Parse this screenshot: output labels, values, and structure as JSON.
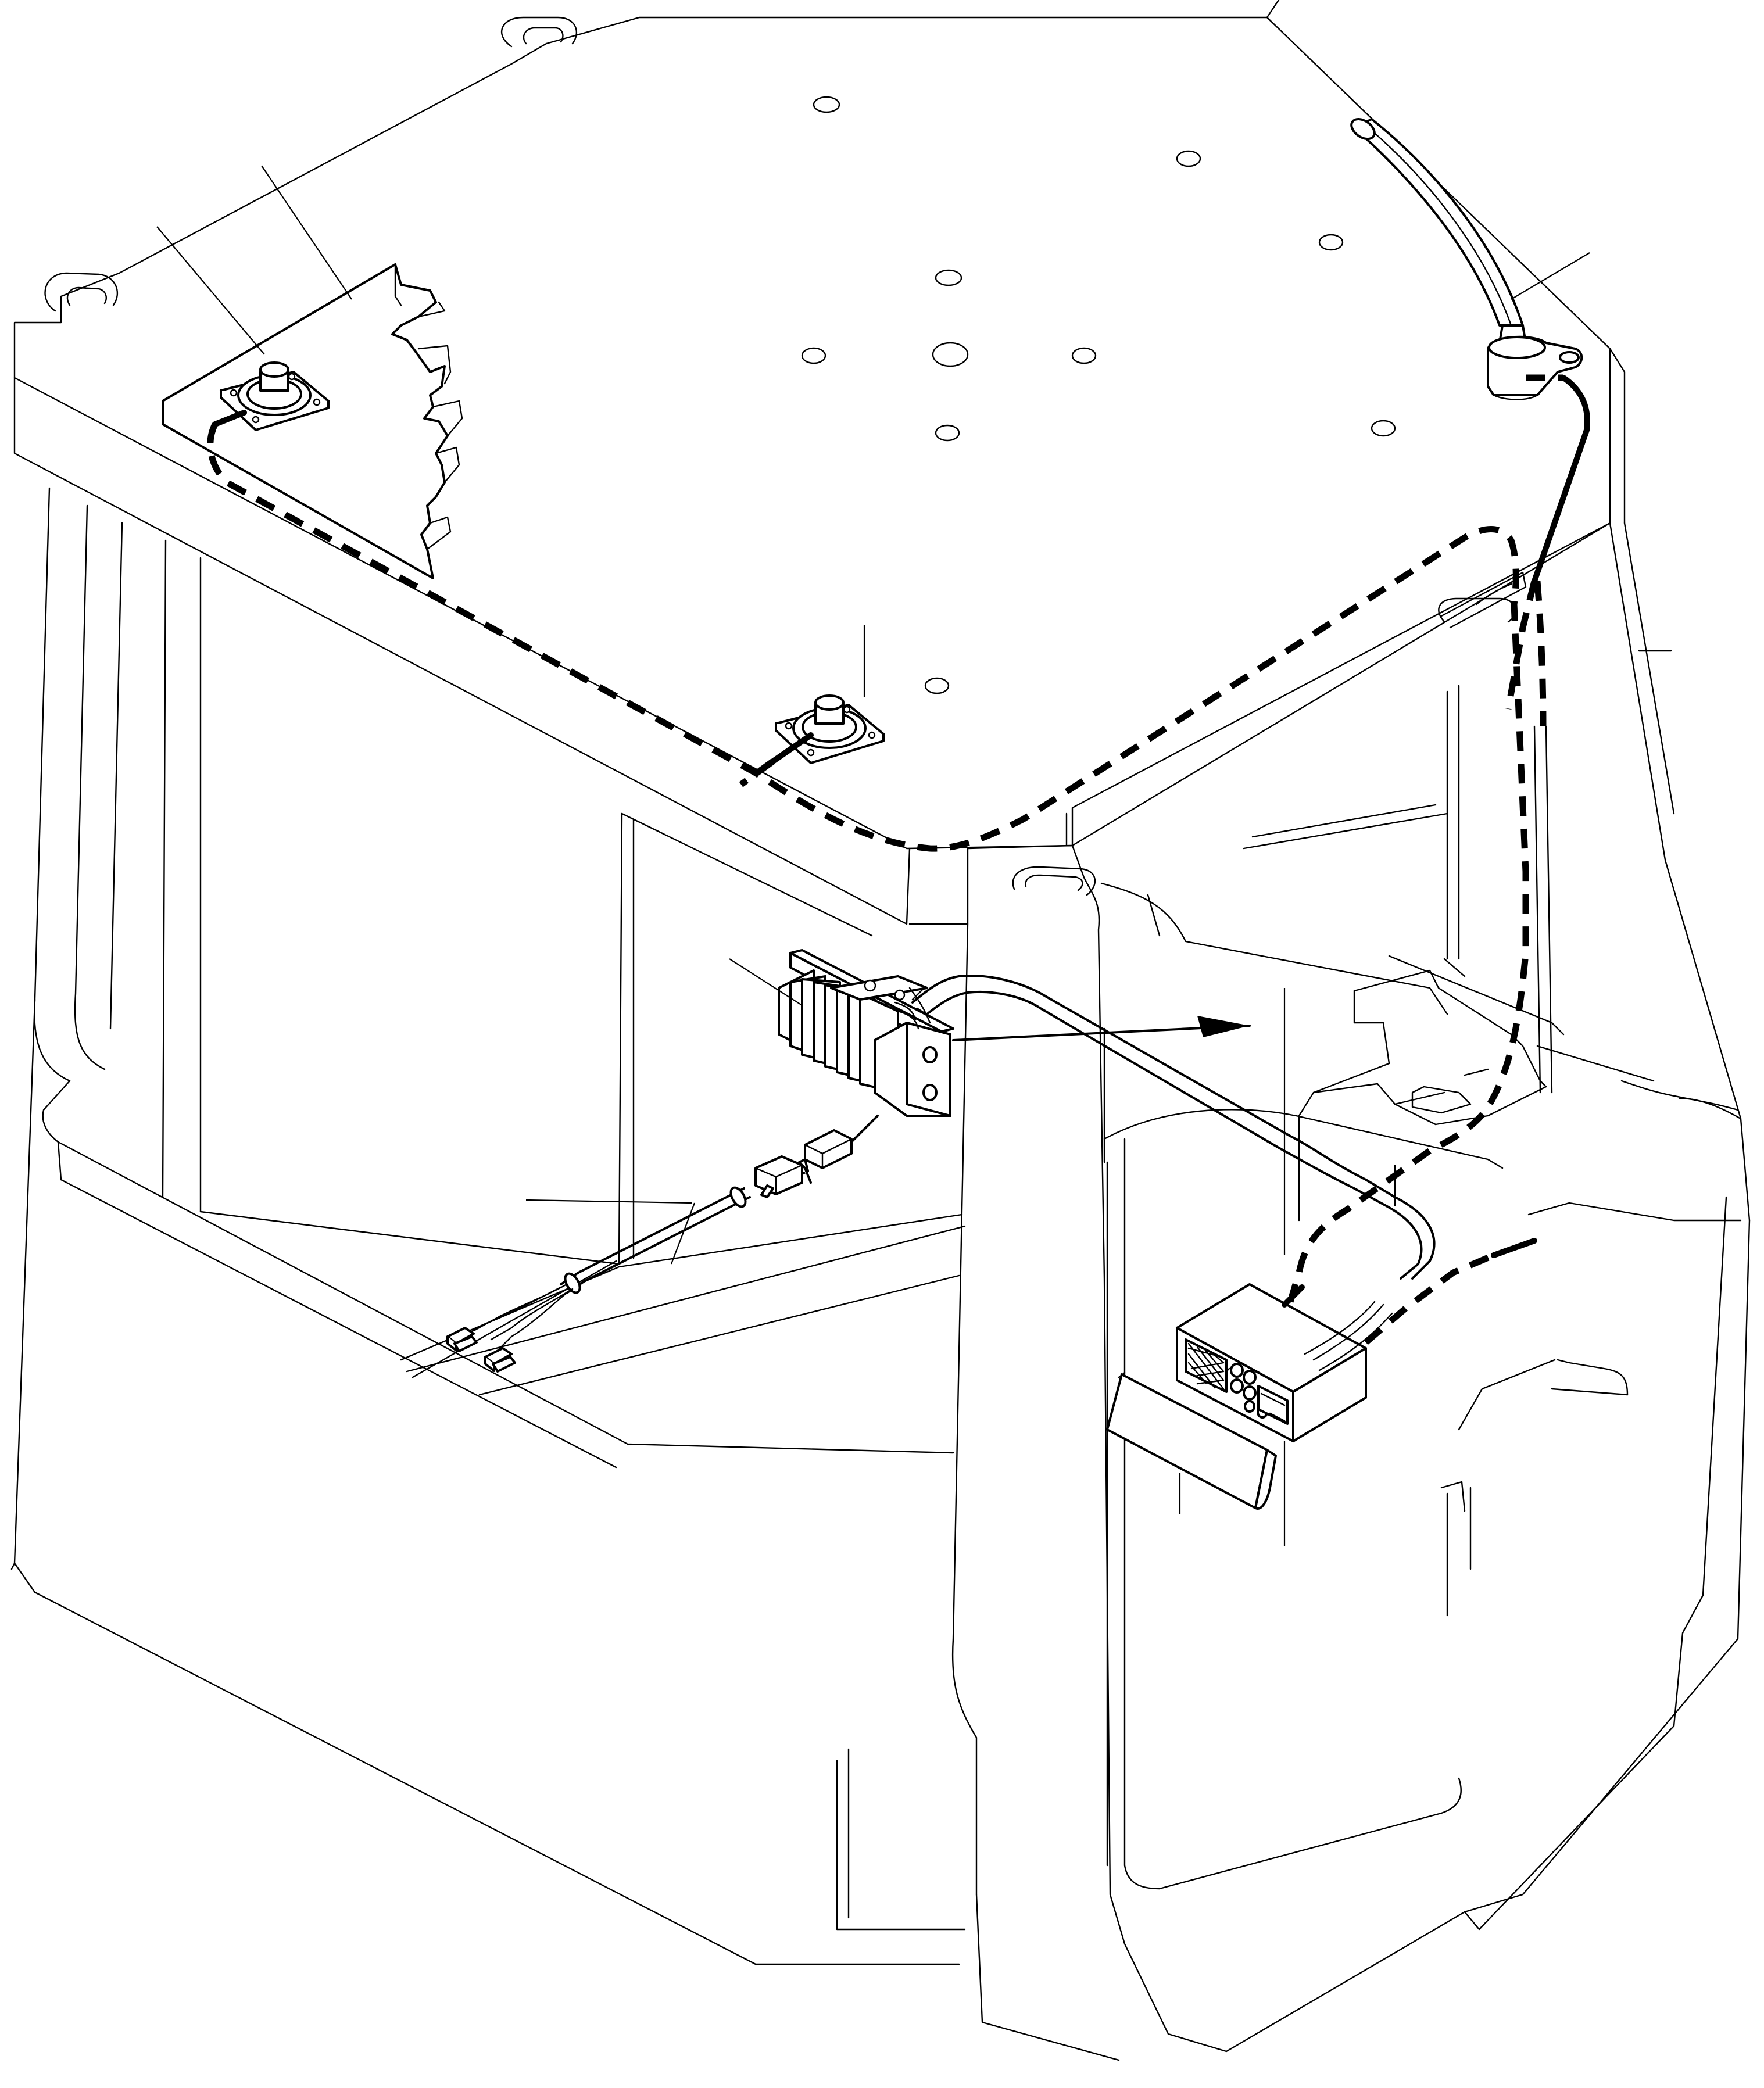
{
  "diagram": {
    "type": "exploded-isometric-parts-view",
    "subject": "cab-radio-installation",
    "parts": [
      {
        "id": "cab-shell",
        "icon": "cab-outline-icon"
      },
      {
        "id": "roof-panel-cutaway",
        "icon": "roof-cutaway-icon"
      },
      {
        "id": "speaker-left",
        "icon": "speaker-icon"
      },
      {
        "id": "speaker-center",
        "icon": "speaker-icon"
      },
      {
        "id": "antenna",
        "icon": "antenna-icon"
      },
      {
        "id": "voltage-converter",
        "icon": "heatsink-icon"
      },
      {
        "id": "power-harness",
        "icon": "wire-harness-icon"
      },
      {
        "id": "radio-unit",
        "icon": "radio-icon"
      },
      {
        "id": "trim-cover",
        "icon": "cover-plate-icon"
      }
    ],
    "wire_styles": {
      "speaker_cable": "dashed",
      "antenna_cable": "solid-and-dashed"
    },
    "colors": {
      "line": "#000000",
      "background": "#ffffff"
    }
  }
}
